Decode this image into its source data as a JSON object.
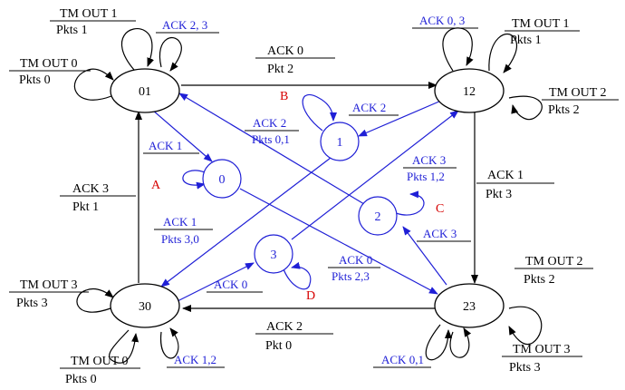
{
  "states": {
    "s01": "01",
    "s12": "12",
    "s23": "23",
    "s30": "30"
  },
  "intermediate_states": {
    "i0": "0",
    "i1": "1",
    "i2": "2",
    "i3": "3"
  },
  "markers": {
    "A": "A",
    "B": "B",
    "C": "C",
    "D": "D"
  },
  "labels": {
    "tm1_top": "TM OUT 1",
    "tm1_bot": "Pkts 1",
    "ack23_01": "ACK 2, 3",
    "tm0_top": "TM OUT 0",
    "tm0_bot": "Pkts 0",
    "ack0_top": "ACK 0",
    "ack0_bot": "Pkt 2",
    "ack03_12": "ACK 0, 3",
    "tm1b_top": "TM OUT 1",
    "tm1b_bot": "Pkts 1",
    "tm2_top": "TM OUT 2",
    "tm2_bot": "Pkts 2",
    "ack2_blue": "ACK 2",
    "ack2_pkts_top": "ACK 2",
    "ack2_pkts_bot": "Pkts 0,1",
    "ack1_blue": "ACK 1",
    "ack3_pkts_top": "ACK 3",
    "ack3_pkts_bot": "Pkts 1,2",
    "ack1_right_top": "ACK 1",
    "ack1_right_bot": "Pkt 3",
    "ack3_left_top": "ACK 3",
    "ack3_left_bot": "Pkt 1",
    "ack1_pkts_top": "ACK 1",
    "ack1_pkts_bot": "Pkts 3,0",
    "ack3_blue": "ACK 3",
    "ack0_pkts_top": "ACK 0",
    "ack0_pkts_bot": "Pkts 2,3",
    "tm3_top": "TM OUT 3",
    "tm3_bot": "Pkts 3",
    "ack0_blue": "ACK 0",
    "tm2b_top": "TM OUT 2",
    "tm2b_bot": "Pkts 2",
    "ack2_bottom_top": "ACK 2",
    "ack2_bottom_bot": "Pkt 0",
    "tm0b_top": "TM OUT 0",
    "tm0b_bot": "Pkts 0",
    "ack12": "ACK 1,2",
    "ack01": "ACK 0,1",
    "tm3b_top": "TM OUT 3",
    "tm3b_bot": "Pkts 3"
  },
  "colors": {
    "black": "#000000",
    "blue": "#1f1fd6",
    "red": "#d60000"
  }
}
